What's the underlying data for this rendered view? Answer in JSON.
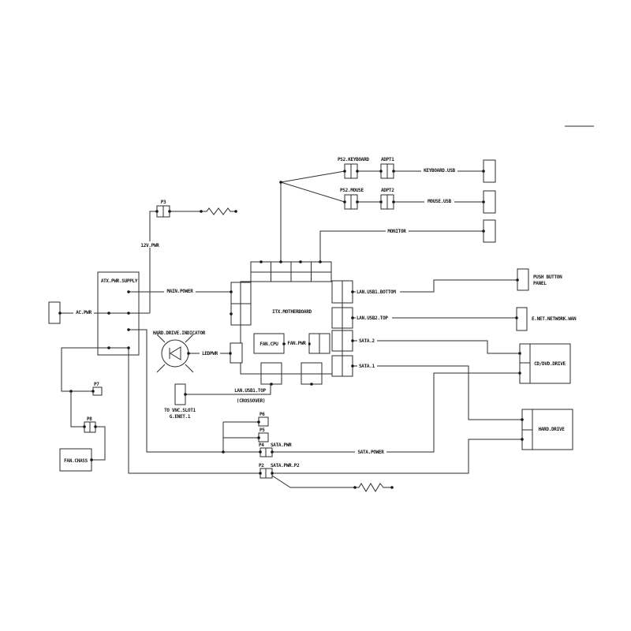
{
  "colors": {
    "background": "#ffffff",
    "line": "#2b2b2b",
    "text": "#161616"
  },
  "schematic": {
    "peripherals": {
      "ps2_keyboard": "PS2.KEYBOARD",
      "adpt1": "ADPT1",
      "keyboard_usb": "KEYBOARD.USB",
      "ps2_mouse": "PS2.MOUSE",
      "adpt2": "ADPT2",
      "mouse_usb": "MOUSE.USB",
      "monitor": "MONITOR",
      "push_button_panel_line1": "PUSH BUTTON",
      "push_button_panel_line2": "PANEL",
      "enet_network_wan": "E.NET.NETWORK.WAN",
      "cd_dvd_drive": "CD/DVD.DRIVE",
      "hard_drive": "HARD.DRIVE"
    },
    "motherboard": {
      "name": "ITX.MOTHERBOARD",
      "lan_usb1_bottom": "LAN.USB1.BOTTOM",
      "lan_usb2_top": "LAN.USB2.TOP",
      "sata_2": "SATA.2",
      "sata_1": "SATA.1",
      "fan_cpu": "FAN.CPU",
      "fan_pwr": "FAN.PWR",
      "lan_usb1_top": "LAN.USB1.TOP",
      "crossover": "(CROSSOVER)",
      "to_vnc_slot1": "TO VNC.SLOT1",
      "g_enet_1": "G.ENET.1"
    },
    "power": {
      "atx_pwr_supply": "ATX.PWR.SUPPLY",
      "ac_pwr": "AC.PWR",
      "main_power": "MAIN.POWER",
      "v12_pwr": "12V.PWR",
      "sata_power": "SATA.POWER",
      "sata_pwr": "SATA.PWR",
      "sata_pwr_p2": "SATA.PWR.P2",
      "p2": "P2",
      "p3": "P3",
      "p4": "P4",
      "p5": "P5",
      "p6": "P6",
      "p7": "P7",
      "p8": "P8",
      "fan_chass": "FAN.CHASS"
    },
    "indicator": {
      "hard_drive_indicator": "HARD.DRIVE.INDICATOR",
      "ledpwr": "LEDPWR"
    }
  }
}
